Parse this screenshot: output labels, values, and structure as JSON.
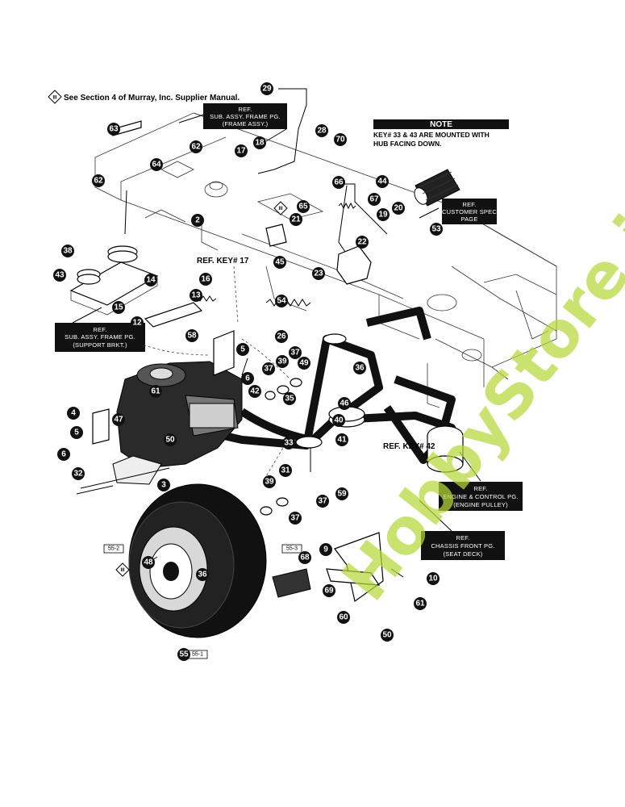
{
  "header": {
    "section_note": "See Section 4 of Murray, Inc. Supplier Manual.",
    "section_symbol": "III"
  },
  "note": {
    "title": "NOTE",
    "text_line1": "KEY# 33 & 43 ARE MOUNTED WITH",
    "text_line2": "HUB FACING DOWN."
  },
  "ref_boxes": {
    "frame_assy": [
      "REF.",
      "SUB. ASSY. FRAME PG.",
      "(FRAME ASSY.)"
    ],
    "support_brkt": [
      "REF.",
      "SUB. ASSY. FRAME PG.",
      "(SUPPORT BRKT.)"
    ],
    "customer_spec": [
      "REF.",
      "CUSTOMER SPEC",
      "PAGE"
    ],
    "engine_control": [
      "REF.",
      "ENGINE & CONTROL PG.",
      "(ENGINE PULLEY)"
    ],
    "chassis_front": [
      "REF.",
      "CHASSIS FRONT PG.",
      "(SEAT DECK)"
    ]
  },
  "ref_keys": {
    "key17": "REF. KEY# 17",
    "key42": "REF. KEY# 42"
  },
  "tags": {
    "t55_2": "55-2",
    "t55_3": "55-3",
    "t55_1": "55-1"
  },
  "callouts": {
    "c29": "29",
    "c28": "28",
    "c63": "63",
    "c62a": "62",
    "c64": "64",
    "c17": "17",
    "c18": "18",
    "c62b": "62",
    "c2": "2",
    "c38": "38",
    "c43": "43",
    "c14": "14",
    "c13": "13",
    "c16": "16",
    "c15": "15",
    "c12": "12",
    "c58": "58",
    "c5a": "5",
    "c6a": "6",
    "c42": "42",
    "c61a": "61",
    "c4": "4",
    "c47": "47",
    "c5b": "5",
    "c50a": "50",
    "c6b": "6",
    "c32": "32",
    "c3": "3",
    "c70": "70",
    "c44": "44",
    "c66": "66",
    "c67": "67",
    "c65": "65",
    "c21": "21",
    "c19": "19",
    "c20": "20",
    "c53": "53",
    "c22": "22",
    "c23": "23",
    "c45": "45",
    "c54": "54",
    "c26": "26",
    "c37a": "37",
    "c39a": "39",
    "c37b": "37",
    "c49": "49",
    "c36a": "36",
    "c35": "35",
    "c46": "46",
    "c40": "40",
    "c33": "33",
    "c41": "41",
    "c31": "31",
    "c39b": "39",
    "c37c": "37",
    "c37d": "37",
    "c59": "59",
    "c9": "9",
    "c68": "68",
    "c69": "69",
    "c10": "10",
    "c61b": "61",
    "c60": "60",
    "c50b": "50",
    "c48": "48",
    "c36b": "36",
    "c55": "55"
  },
  "watermark": "HobbyStore.it"
}
